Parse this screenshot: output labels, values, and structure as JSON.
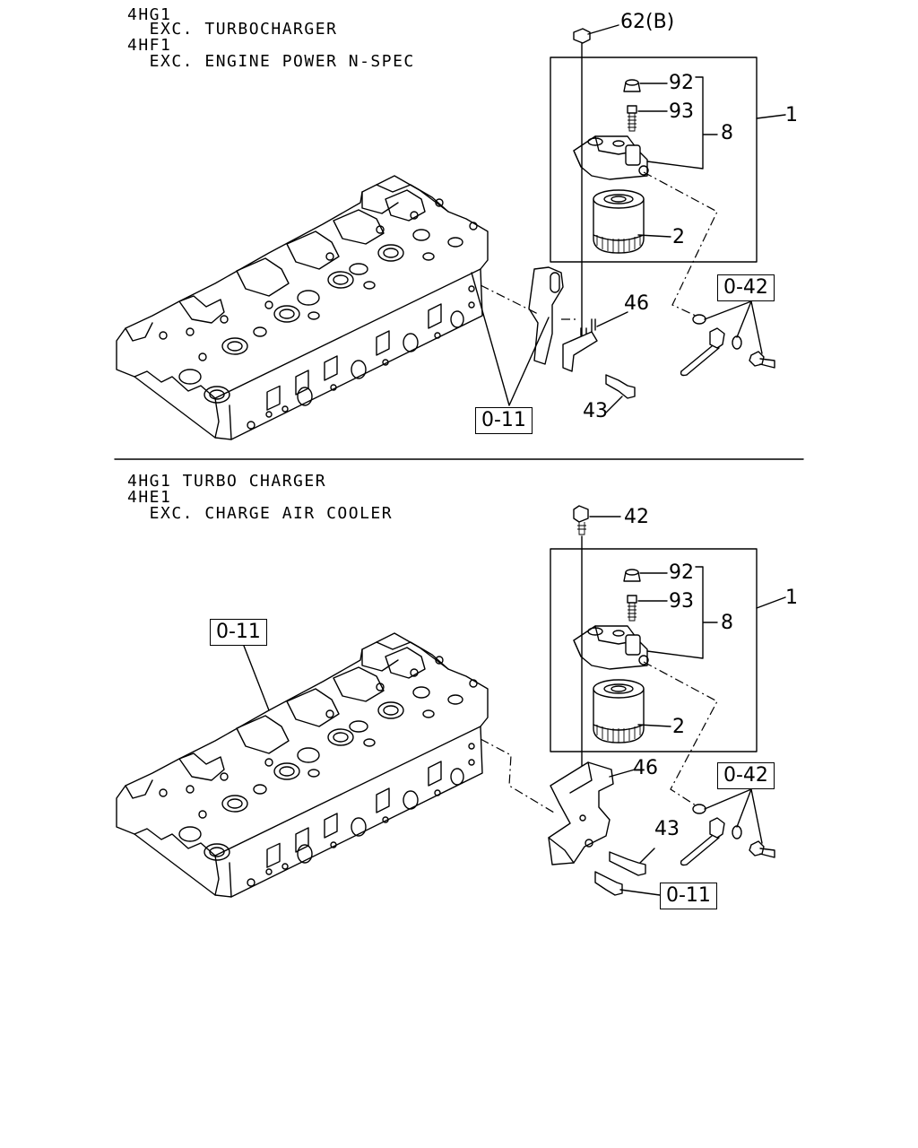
{
  "top": {
    "heading": [
      "4HG1",
      "  EXC. TURBOCHARGER",
      "4HF1",
      "  EXC. ENGINE POWER N-SPEC"
    ],
    "labels": {
      "nut": "62(B)",
      "cap": "92",
      "bleeder": "93",
      "head_assy": "8",
      "filter_assy": "1",
      "element": "2",
      "bracket": "46",
      "bolt": "43"
    },
    "refs": {
      "pipe": "0-42",
      "cylinder_head": "0-11"
    }
  },
  "bottom": {
    "heading": [
      "4HG1 TURBO CHARGER",
      "4HE1",
      "  EXC. CHARGE AIR COOLER"
    ],
    "labels": {
      "bolt_top": "42",
      "cap": "92",
      "bleeder": "93",
      "head_assy": "8",
      "filter_assy": "1",
      "element": "2",
      "bracket": "46",
      "bolt": "43"
    },
    "refs": {
      "cylinder_head": "0-11",
      "pipe": "0-42",
      "bracket_bolt": "0-11"
    }
  }
}
